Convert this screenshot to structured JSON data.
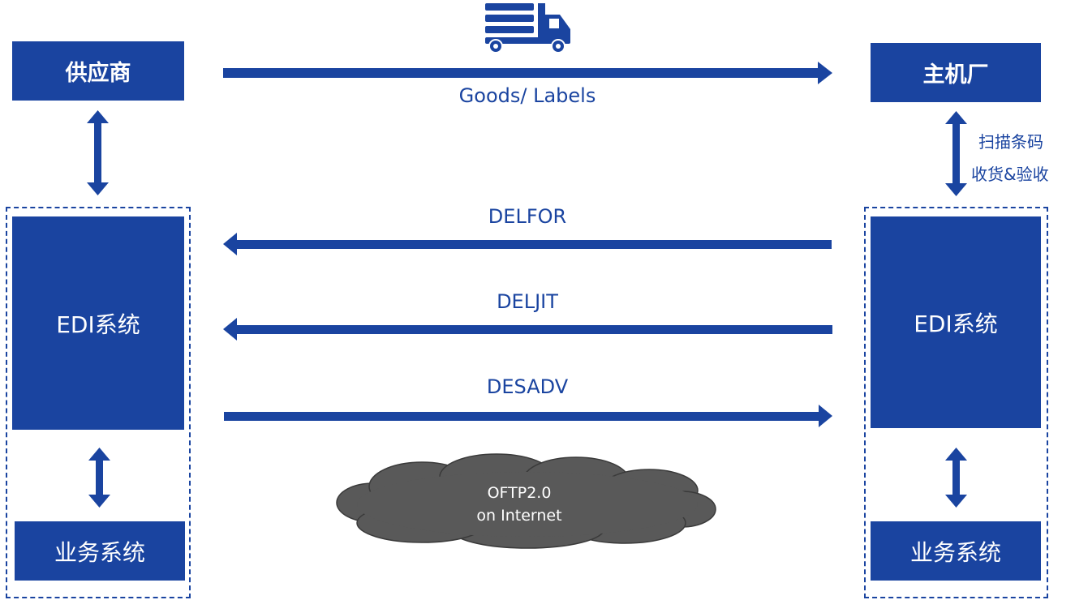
{
  "supplier": {
    "title": "供应商",
    "edi": "EDI系统",
    "business": "业务系统"
  },
  "oem": {
    "title": "主机厂",
    "edi": "EDI系统",
    "business": "业务系统"
  },
  "goods_flow": {
    "label": "Goods/ Labels"
  },
  "oem_receiving": {
    "line1": "扫描条码",
    "line2": "收货&验收"
  },
  "messages": [
    {
      "label": "DELFOR",
      "direction": "left"
    },
    {
      "label": "DELJIT",
      "direction": "left"
    },
    {
      "label": "DESADV",
      "direction": "right"
    }
  ],
  "network": {
    "line1": "OFTP2.0",
    "line2": "on Internet"
  },
  "icons": {
    "truck": "truck-icon"
  },
  "colors": {
    "primary": "#1a44a0",
    "cloud": "#595959"
  }
}
